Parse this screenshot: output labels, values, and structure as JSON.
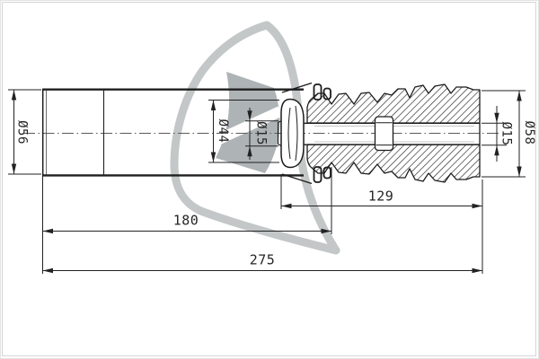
{
  "page": {
    "background_color": "#ffffff",
    "frame_color": "#d6d6d6"
  },
  "watermark": {
    "icon": "manufacturer-shield-logo",
    "band_color": "#c3c7c8",
    "glyph_color": "#aeb3b5"
  },
  "drawing": {
    "line_color": "#1f1f1f",
    "centerline_color": "#5a5a5a",
    "dimensions": {
      "tube_outer_diameter": "Ø56",
      "collar_outer_diameter": "Ø44",
      "rod_bore_diameter": "Ø15",
      "rod_end_diameter": "Ø15",
      "bump_stop_outer_diameter": "Ø58",
      "bump_stop_length": "129",
      "tube_length": "180",
      "overall_length": "275"
    }
  }
}
